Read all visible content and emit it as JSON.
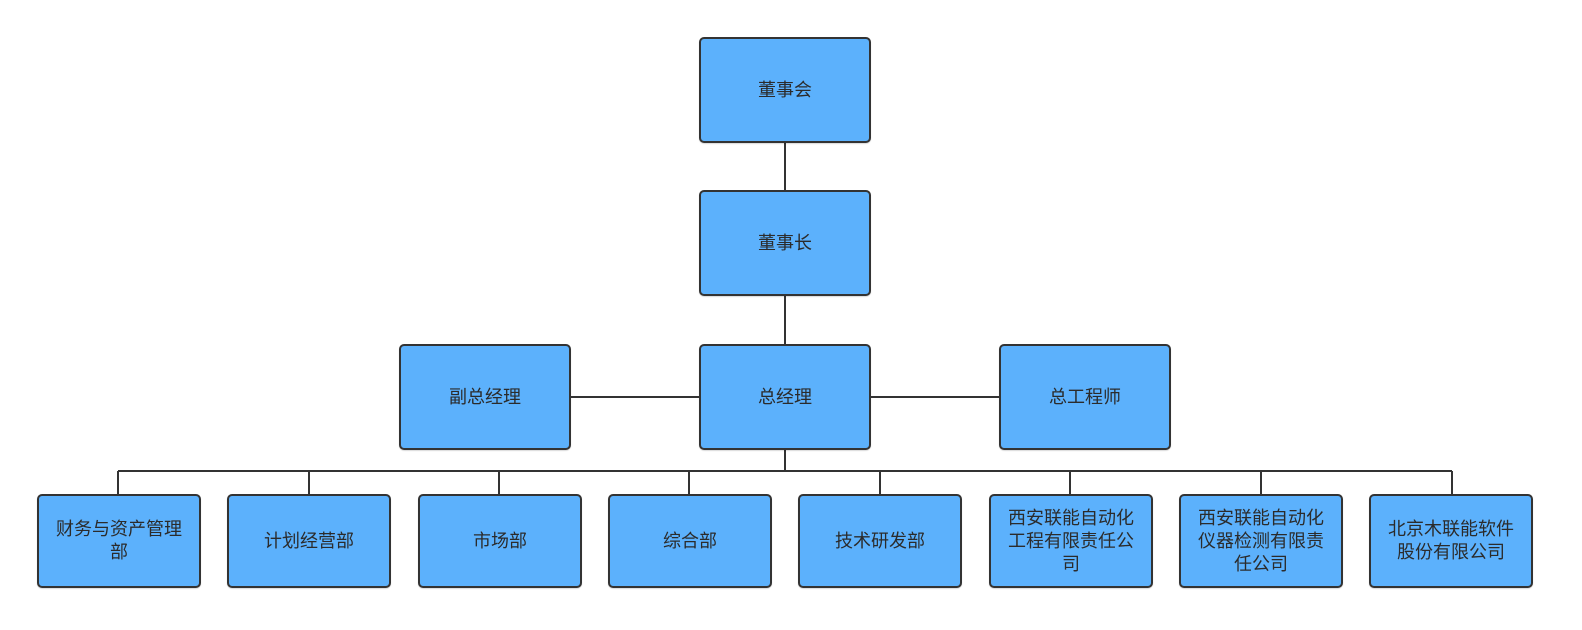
{
  "diagram": {
    "colors": {
      "node_fill": "#5cb1fc",
      "node_border": "#333333",
      "connector": "#333333",
      "text": "#2b2b2b"
    },
    "nodes": {
      "board": "董事会",
      "chairman": "董事长",
      "general_manager": "总经理",
      "deputy_general_manager": "副总经理",
      "chief_engineer": "总工程师",
      "departments": [
        "财务与资产管理部",
        "计划经营部",
        "市场部",
        "综合部",
        "技术研发部",
        "西安联能自动化工程有限责任公司",
        "西安联能自动化仪器检测有限责任公司",
        "北京木联能软件股份有限公司"
      ]
    }
  }
}
